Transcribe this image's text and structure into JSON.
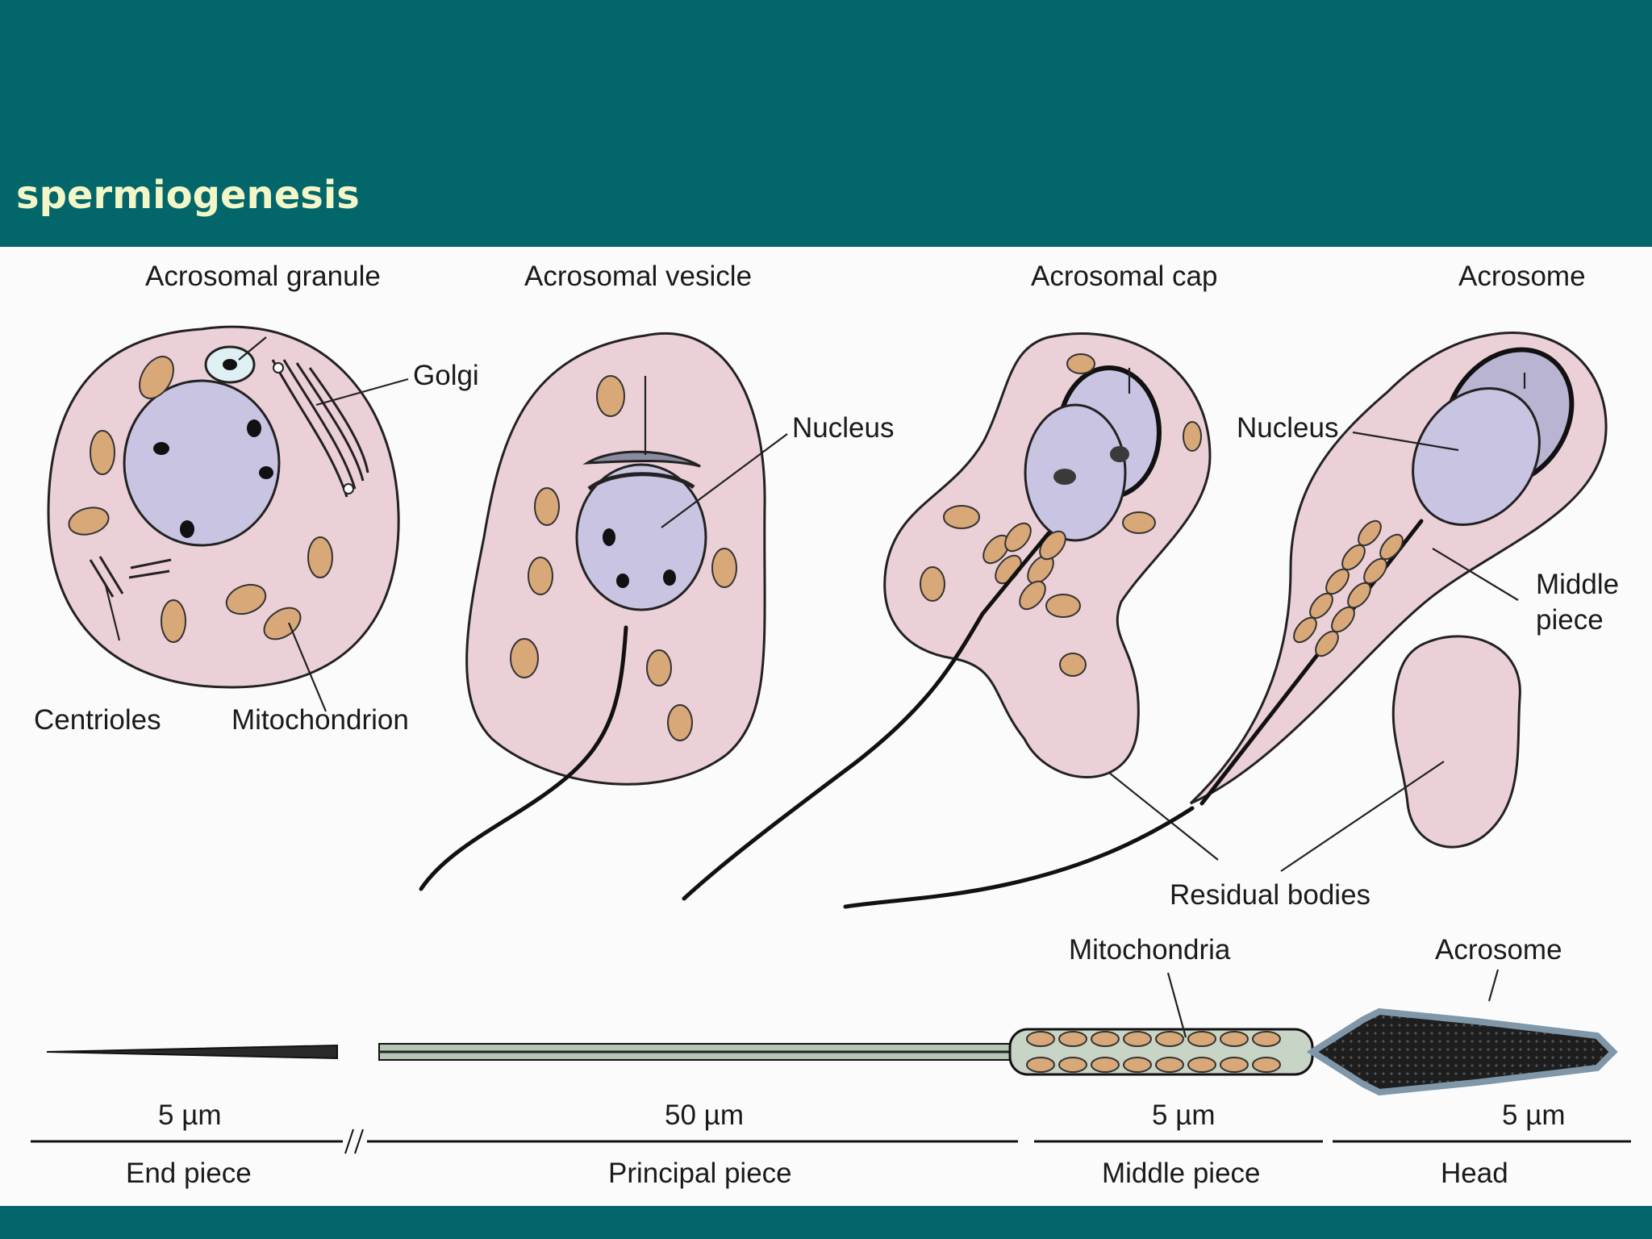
{
  "slide": {
    "title": "spermiogenesis",
    "colors": {
      "background": "#02666a",
      "title": "#f3f7c8",
      "cell": "#ecd0d8",
      "nucleus": "#c8c4e2",
      "mitochondria": "#d8a878"
    }
  },
  "labels": {
    "acrosomal_granule": "Acrosomal granule",
    "golgi": "Golgi",
    "acrosomal_vesicle": "Acrosomal vesicle",
    "nucleus_1": "Nucleus",
    "acrosomal_cap": "Acrosomal cap",
    "acrosome_1": "Acrosome",
    "nucleus_2": "Nucleus",
    "middle_piece_a": "Middle",
    "middle_piece_b": "piece",
    "centrioles": "Centrioles",
    "mitochondrion": "Mitochondrion",
    "residual_bodies": "Residual bodies",
    "mitochondria": "Mitochondria",
    "acrosome_2": "Acrosome"
  },
  "scale": {
    "end_piece": {
      "length": "5 µm",
      "name": "End piece"
    },
    "principal_piece": {
      "length": "50 µm",
      "name": "Principal piece"
    },
    "middle_piece": {
      "length": "5 µm",
      "name": "Middle piece"
    },
    "head": {
      "length": "5 µm",
      "name": "Head"
    }
  }
}
